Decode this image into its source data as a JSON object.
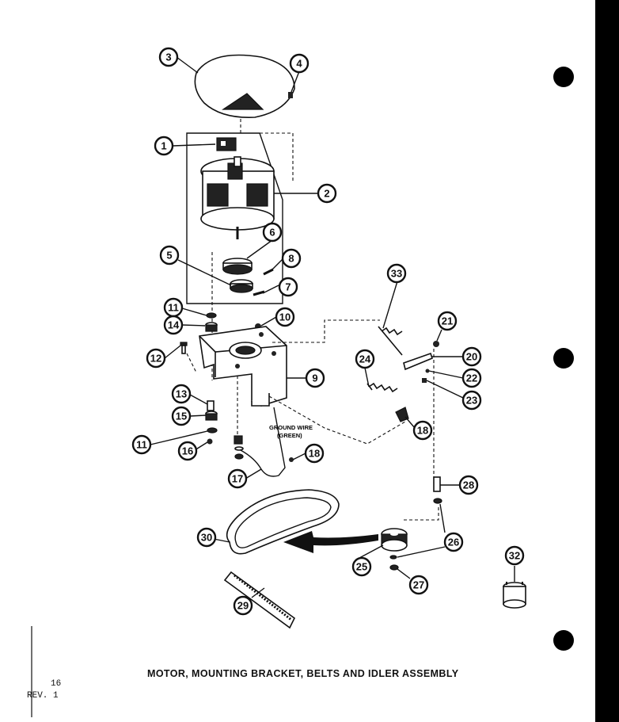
{
  "title": "MOTOR, MOUNTING BRACKET, BELTS AND IDLER ASSEMBLY",
  "page_number": "16",
  "revision": "REV. 1",
  "ground_wire_label": "GROUND WIRE",
  "ground_wire_color": "(GREEN)",
  "callouts": [
    "1",
    "2",
    "3",
    "4",
    "5",
    "6",
    "7",
    "8",
    "9",
    "10",
    "11",
    "11",
    "12",
    "13",
    "14",
    "15",
    "16",
    "17",
    "18",
    "18",
    "20",
    "21",
    "22",
    "23",
    "24",
    "25",
    "26",
    "27",
    "28",
    "29",
    "30",
    "32",
    "33"
  ],
  "colors": {
    "ink": "#111111",
    "paper": "#ffffff",
    "binding_edge": "#000000"
  }
}
